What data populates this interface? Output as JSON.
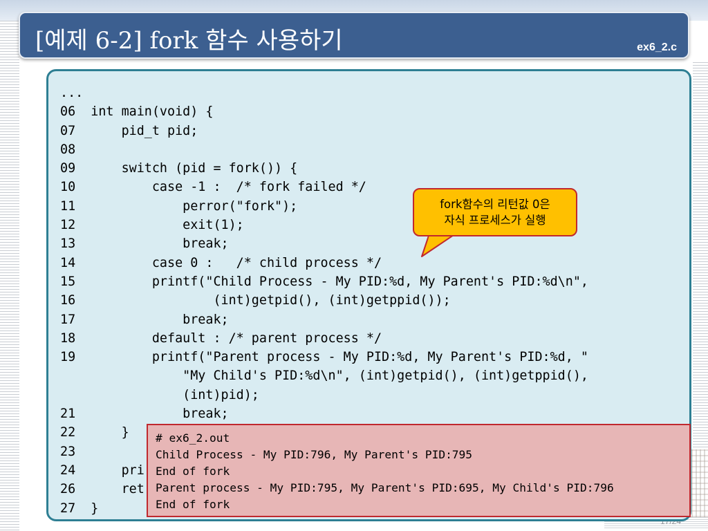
{
  "slide": {
    "title": "[예제 6-2] fork 함수 사용하기",
    "file_label": "ex6_2.c",
    "page_number": "17/24"
  },
  "code": {
    "lines": [
      "...",
      "06  int main(void) {",
      "07      pid_t pid;",
      "08",
      "09      switch (pid = fork()) {",
      "10          case -1 :  /* fork failed */",
      "11              perror(\"fork\");",
      "12              exit(1);",
      "13              break;",
      "14          case 0 :   /* child process */",
      "15          printf(\"Child Process - My PID:%d, My Parent's PID:%d\\n\",",
      "16                  (int)getpid(), (int)getppid());",
      "17              break;",
      "18          default : /* parent process */",
      "19          printf(\"Parent process - My PID:%d, My Parent's PID:%d, \"",
      "                \"My Child's PID:%d\\n\", (int)getpid(), (int)getppid(),",
      "                (int)pid);",
      "21              break;",
      "22      }",
      "23",
      "24      pri",
      "26      ret",
      "27  }"
    ]
  },
  "callout": {
    "line1": "fork함수의 리턴값 0은",
    "line2": "자식 프로세스가 실행"
  },
  "output": {
    "lines": [
      "# ex6_2.out",
      "Child Process - My PID:796, My Parent's PID:795",
      "End of fork",
      "Parent process - My PID:795, My Parent's PID:695, My Child's PID:796",
      "End of fork"
    ]
  },
  "colors": {
    "title_bar": "#3c5f90",
    "code_panel_bg": "#d9ecf2",
    "code_panel_border": "#2e7f93",
    "callout_bg": "#ffc000",
    "callout_border": "#c0282e",
    "output_bg": "#e7b6b6",
    "output_border": "#c0282e"
  }
}
